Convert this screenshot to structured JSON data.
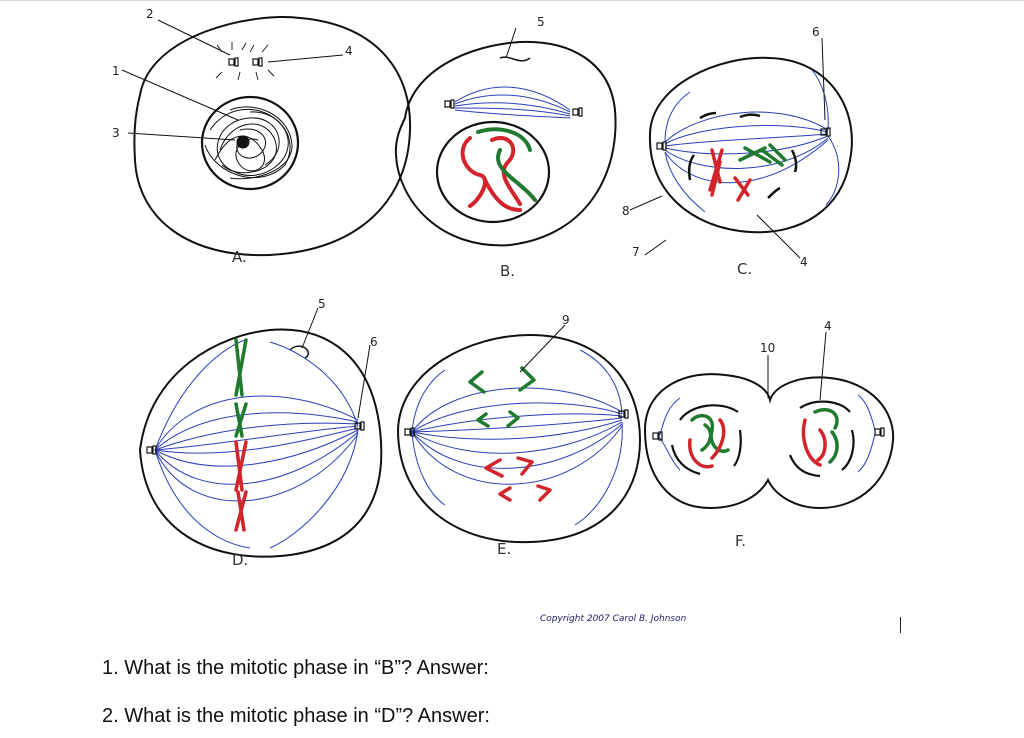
{
  "cells": [
    {
      "label": "A."
    },
    {
      "label": "B."
    },
    {
      "label": "C."
    },
    {
      "label": "D."
    },
    {
      "label": "E."
    },
    {
      "label": "F."
    }
  ],
  "callouts": [
    "1",
    "2",
    "3",
    "4",
    "5",
    "6",
    "7",
    "8",
    "4",
    "5",
    "6",
    "9",
    "10",
    "4"
  ],
  "copyright": "Copyright 2007 Carol B. Johnson",
  "questions": [
    {
      "text": "1. What is the mitotic phase in “B”? Answer:"
    },
    {
      "text": "2. What is the mitotic phase in “D”? Answer:"
    }
  ],
  "colors": {
    "ink": "#111111",
    "spindle": "#2a3fb8",
    "chromosome_red": "#d3242b",
    "chromosome_green": "#1f7a2e"
  }
}
